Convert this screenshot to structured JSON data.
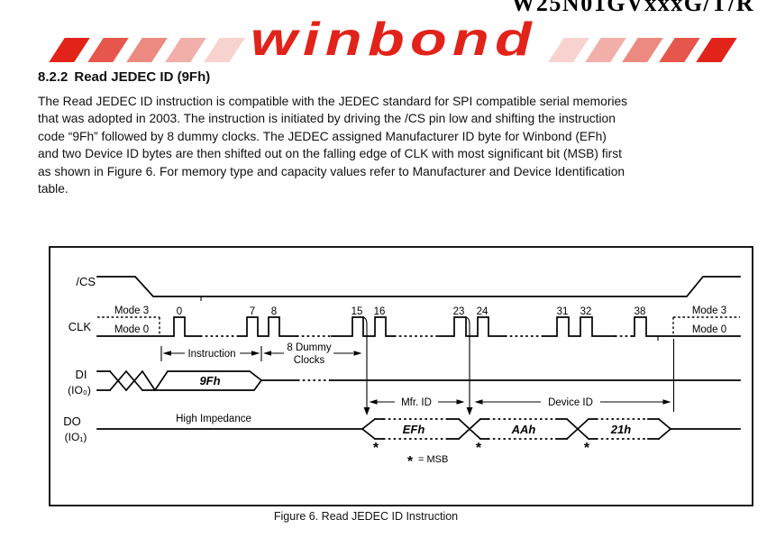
{
  "colors": {
    "brand_red": "#e2231a",
    "chevrons": [
      "#e2231a",
      "#e6564d",
      "#ec8a81",
      "#f2afa9",
      "#f8d2ce"
    ]
  },
  "header": {
    "doc_title": "W25N01GVxxxG/T/R",
    "logo_text": "winbond"
  },
  "section": {
    "number": "8.2.2",
    "title": "Read JEDEC ID (9Fh)"
  },
  "paragraph_lines": [
    "The Read JEDEC ID instruction is compatible with the JEDEC standard for SPI compatible serial memories",
    "that was adopted in 2003. The instruction is initiated by driving the /CS pin low and shifting the instruction",
    "code “9Fh” followed by 8 dummy clocks. The JEDEC assigned Manufacturer ID byte for Winbond (EFh)",
    "and two Device ID bytes are then shifted out on the falling edge of CLK with most significant bit (MSB) first",
    "as shown in Figure 6. For memory type and capacity values refer to Manufacturer and Device Identification",
    "table."
  ],
  "figure": {
    "caption": "Figure 6. Read JEDEC ID Instruction"
  },
  "diagram": {
    "signals": {
      "cs": "/CS",
      "clk": "CLK",
      "di": "DI",
      "di_sub": "(IO₀)",
      "do": "DO",
      "do_sub": "(IO₁)"
    },
    "clock_numbers": [
      "0",
      "7",
      "8",
      "15",
      "16",
      "23",
      "24",
      "31",
      "32",
      "38"
    ],
    "modes": {
      "mode3": "Mode 3",
      "mode0": "Mode 0"
    },
    "labels": {
      "instruction": "Instruction",
      "dummy_line1": "8 Dummy",
      "dummy_line2": "Clocks",
      "mfr_id": "Mfr. ID",
      "device_id": "Device ID",
      "high_impedance": "High Impedance",
      "msb_star": "*",
      "msb_note": "= MSB"
    },
    "data": {
      "instruction_byte": "9Fh",
      "mfr_id_byte": "EFh",
      "device_id_bytes": [
        "AAh",
        "21h"
      ]
    }
  }
}
